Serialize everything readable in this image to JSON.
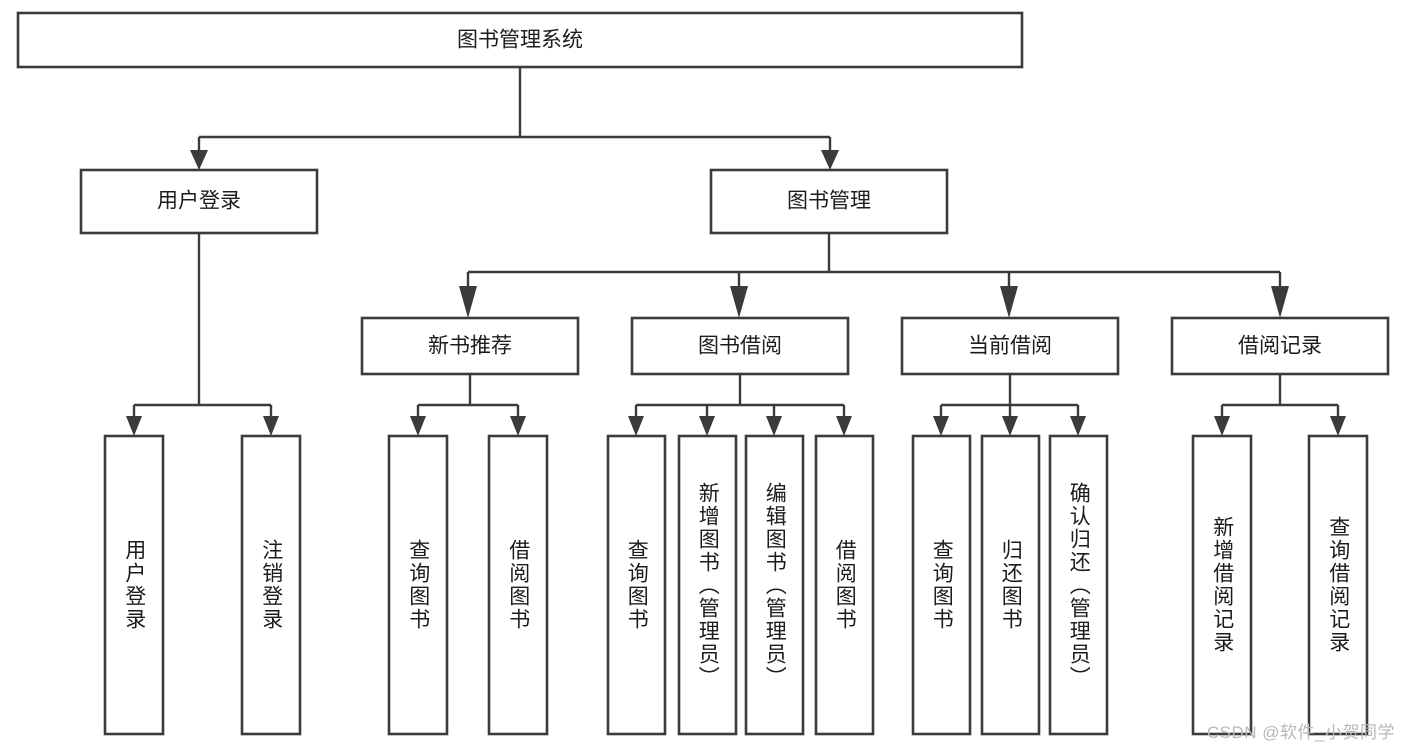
{
  "diagram": {
    "title": "图书管理系统",
    "watermark": "CSDN @软件_小贺同学",
    "colors": {
      "stroke": "#3b3b3b",
      "text": "#1c1c1c",
      "background": "#ffffff",
      "watermark": "#b9b9b9"
    },
    "root": {
      "label": "图书管理系统"
    },
    "level2": [
      {
        "label": "用户登录"
      },
      {
        "label": "图书管理"
      }
    ],
    "level3": [
      {
        "label": "新书推荐"
      },
      {
        "label": "图书借阅"
      },
      {
        "label": "当前借阅"
      },
      {
        "label": "借阅记录"
      }
    ],
    "leaves": {
      "user_login": [
        {
          "label": "用户登录"
        },
        {
          "label": "注销登录"
        }
      ],
      "new_book_recommend": [
        {
          "label": "查询图书"
        },
        {
          "label": "借阅图书"
        }
      ],
      "book_borrow": [
        {
          "label": "查询图书"
        },
        {
          "label": "新增图书（管理员）"
        },
        {
          "label": "编辑图书（管理员）"
        },
        {
          "label": "借阅图书"
        }
      ],
      "current_borrow": [
        {
          "label": "查询图书"
        },
        {
          "label": "归还图书"
        },
        {
          "label": "确认归还（管理员）"
        }
      ],
      "borrow_record": [
        {
          "label": "新增借阅记录"
        },
        {
          "label": "查询借阅记录"
        }
      ]
    }
  }
}
